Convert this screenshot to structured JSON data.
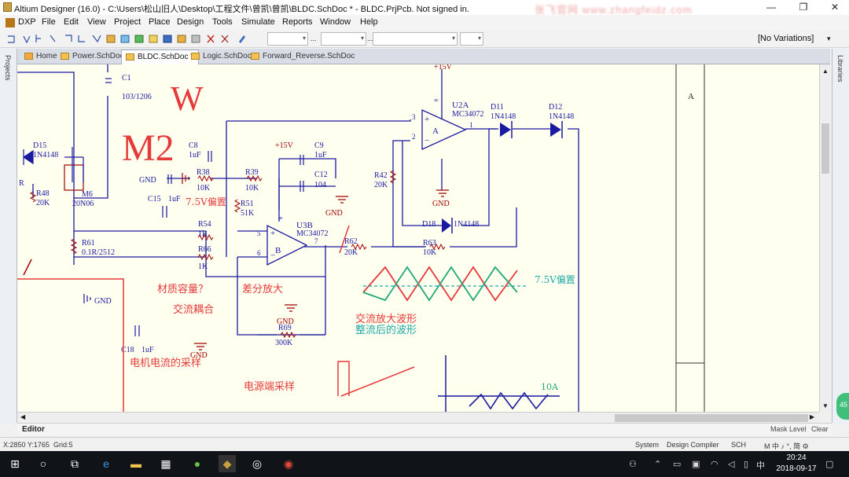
{
  "window": {
    "title": "Altium Designer (16.0) - C:\\Users\\松山旧人\\Desktop\\工程文件\\曾凯\\曾凯\\BLDC.SchDoc * - BLDC.PrjPcb. Not signed in.",
    "watermark": "张飞官网  www.zhangfeidz.com",
    "minimize": "—",
    "restore": "❐",
    "close": "✕"
  },
  "menu": {
    "dxp": "DXP",
    "items": [
      "File",
      "Edit",
      "View",
      "Project",
      "Place",
      "Design",
      "Tools",
      "Simulate",
      "Reports",
      "Window",
      "Help"
    ]
  },
  "toolbar": {
    "variations": "[No Variations]",
    "combo_dots": "..."
  },
  "tabs": [
    {
      "label": "Home",
      "active": false
    },
    {
      "label": "Power.SchDoc",
      "active": false
    },
    {
      "label": "BLDC.SchDoc *",
      "active": true
    },
    {
      "label": "Logic.SchDoc",
      "active": false
    },
    {
      "label": "Forward_Reverse.SchDoc",
      "active": false
    }
  ],
  "panels": {
    "left": "Projects",
    "right": "Libraries"
  },
  "schematic": {
    "big_labels": {
      "w": "W",
      "m2": "M2"
    },
    "border_zone_letter": "A",
    "components": {
      "c1": {
        "ref": "C1",
        "value": "103/1206"
      },
      "d15": {
        "ref": "D15",
        "value": "1N4148"
      },
      "r48": {
        "ref": "R48",
        "value": "20K"
      },
      "m6": {
        "ref": "M6",
        "value": "20N06"
      },
      "r61": {
        "ref": "R61",
        "value": "0.1R/2512"
      },
      "c8": {
        "ref": "C8",
        "value": "1uF"
      },
      "r38": {
        "ref": "R38",
        "value": "10K"
      },
      "r39": {
        "ref": "R39",
        "value": "10K"
      },
      "c15": {
        "ref": "C15",
        "value": "1uF"
      },
      "r51": {
        "ref": "R51",
        "value": "51K"
      },
      "r54": {
        "ref": "R54",
        "value": "1K"
      },
      "r66": {
        "ref": "R66",
        "value": "1K"
      },
      "u3b": {
        "ref": "U3B",
        "value": "MC34072",
        "part": "B"
      },
      "c9": {
        "ref": "C9",
        "value": "1uF"
      },
      "c12": {
        "ref": "C12",
        "value": "104"
      },
      "r62": {
        "ref": "R62",
        "value": "20K"
      },
      "r69": {
        "ref": "R69",
        "value": "300K"
      },
      "u2a": {
        "ref": "U2A",
        "value": "MC34072",
        "part": "A"
      },
      "d11": {
        "ref": "D11",
        "value": "1N4148"
      },
      "d12": {
        "ref": "D12",
        "value": "1N4148"
      },
      "r42": {
        "ref": "R42",
        "value": "20K"
      },
      "d18": {
        "ref": "D18",
        "value": "1N4148"
      },
      "r63": {
        "ref": "R63",
        "value": "10K"
      },
      "c18": {
        "ref": "C18",
        "value": "1uF"
      }
    },
    "pins": {
      "p3": "3",
      "p2": "2",
      "p1": "1",
      "p5": "5",
      "p6": "6",
      "p7": "7",
      "inf": "∞"
    },
    "power": {
      "gnd": "GND",
      "vcc15": "+15V",
      "r_label": "R"
    },
    "annotations": {
      "bias_75": "7.5V偏置",
      "bias_75_right": "7.5V偏置",
      "material": "材质容量？",
      "ac_coupling": "交流耦合",
      "differential": "差分放大",
      "ac_amp_wave": "交流放大波形",
      "rectified_wave": "整流后的波形",
      "motor_current": "电机电流的采样",
      "power_sampling": "电源端采样",
      "ten_a": "10A"
    }
  },
  "editor": {
    "tab_label": "Editor",
    "mask_level": "Mask Level",
    "clear": "Clear"
  },
  "status": {
    "coords": "X:2850 Y:1765",
    "grid": "Grid:5",
    "system": "System",
    "design_compiler": "Design Compiler",
    "sch": "SCH",
    "ime": "M 中 ♪ °, 简 ⚙"
  },
  "taskbar": {
    "time": "20:24",
    "date": "2018-09-17",
    "ime": "中"
  },
  "badge": {
    "value": "45"
  },
  "colors": {
    "wire": "#1a1aa0",
    "component": "#a00000",
    "label_red": "#e53a3a",
    "label_blue": "#1a1aa0",
    "annotation_cyan": "#20a8a8",
    "canvas_bg": "#fffff0"
  }
}
